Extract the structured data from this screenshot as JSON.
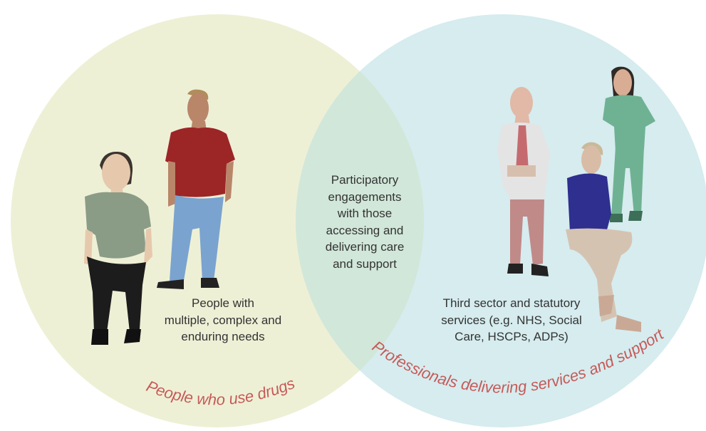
{
  "colors": {
    "left_circle": "#eef0d6",
    "right_circle": "#d6ecef",
    "overlap": "#d1e7d9",
    "label_red": "#c65a58",
    "text": "#333333"
  },
  "left_set": {
    "label": "People who use drugs",
    "description": [
      "People with",
      "multiple, complex and",
      "enduring needs"
    ]
  },
  "right_set": {
    "label": "Professionals delivering services and support",
    "description": [
      "Third sector and statutory",
      "services (e.g. NHS, Social",
      "Care, HSCPs, ADPs)"
    ]
  },
  "overlap": {
    "description": [
      "Participatory",
      "engagements",
      "with those",
      "accessing and",
      "delivering care",
      "and support"
    ]
  },
  "figures": [
    {
      "name": "seated-woman-figure",
      "shirt": "#8a9c86",
      "pants": "#1c1c1c"
    },
    {
      "name": "standing-man-red-shirt-figure",
      "shirt": "#9c2526",
      "pants": "#7aa3cf"
    },
    {
      "name": "doctor-figure",
      "shirt": "#e4e4e4",
      "pants": "#c08a88"
    },
    {
      "name": "seated-man-blue-figure",
      "shirt": "#2e2f8f",
      "pants": "#d5c3b2"
    },
    {
      "name": "nurse-scrubs-figure",
      "shirt": "#6fb293",
      "pants": "#6fb293"
    }
  ]
}
